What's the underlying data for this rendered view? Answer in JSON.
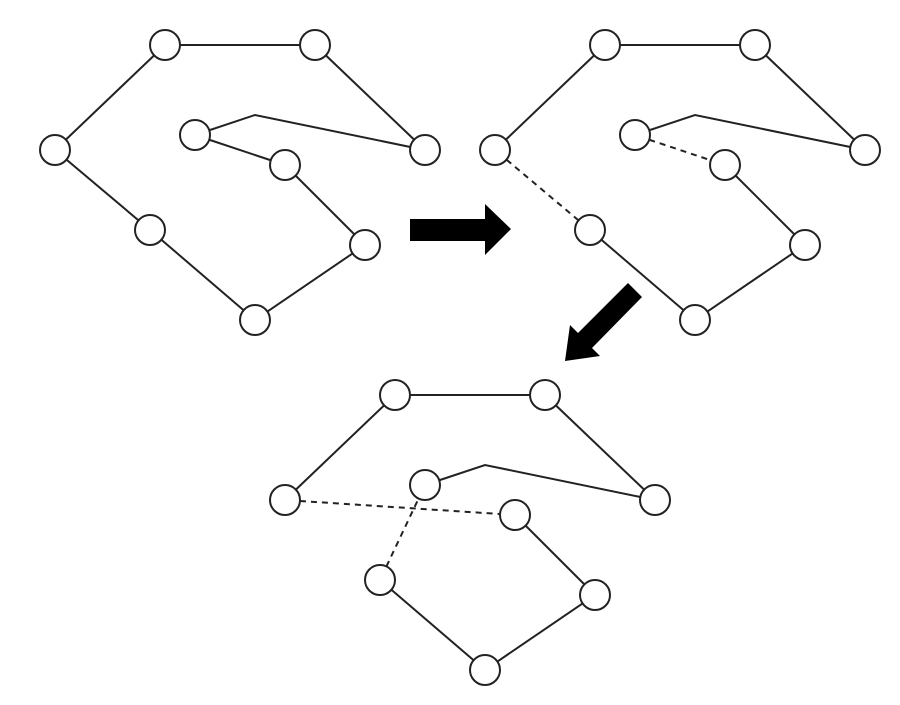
{
  "diagram": {
    "stages": [
      {
        "nodes": [
          {
            "id": "a"
          },
          {
            "id": "b"
          },
          {
            "id": "c"
          },
          {
            "id": "d"
          },
          {
            "id": "e"
          },
          {
            "id": "f"
          },
          {
            "id": "g"
          },
          {
            "id": "h"
          },
          {
            "id": "i"
          }
        ],
        "edges": [
          {
            "from": "a",
            "to": "b",
            "style": "solid"
          },
          {
            "from": "b",
            "to": "c",
            "style": "solid"
          },
          {
            "from": "c",
            "to": "e",
            "style": "solid",
            "via_bend": true
          },
          {
            "from": "e",
            "to": "f",
            "style": "solid"
          },
          {
            "from": "f",
            "to": "g",
            "style": "solid"
          },
          {
            "from": "g",
            "to": "h",
            "style": "solid"
          },
          {
            "from": "h",
            "to": "i",
            "style": "solid"
          },
          {
            "from": "i",
            "to": "d",
            "style": "solid"
          },
          {
            "from": "d",
            "to": "a",
            "style": "solid"
          }
        ]
      },
      {
        "nodes": [
          {
            "id": "a"
          },
          {
            "id": "b"
          },
          {
            "id": "c"
          },
          {
            "id": "d"
          },
          {
            "id": "e"
          },
          {
            "id": "f"
          },
          {
            "id": "g"
          },
          {
            "id": "h"
          },
          {
            "id": "i"
          }
        ],
        "edges": [
          {
            "from": "a",
            "to": "b",
            "style": "solid"
          },
          {
            "from": "b",
            "to": "c",
            "style": "solid"
          },
          {
            "from": "c",
            "to": "e",
            "style": "solid",
            "via_bend": true
          },
          {
            "from": "e",
            "to": "f",
            "style": "dashed"
          },
          {
            "from": "f",
            "to": "g",
            "style": "solid"
          },
          {
            "from": "g",
            "to": "h",
            "style": "solid"
          },
          {
            "from": "h",
            "to": "i",
            "style": "solid"
          },
          {
            "from": "i",
            "to": "d",
            "style": "dashed"
          },
          {
            "from": "d",
            "to": "a",
            "style": "solid"
          }
        ]
      },
      {
        "nodes": [
          {
            "id": "a"
          },
          {
            "id": "b"
          },
          {
            "id": "c"
          },
          {
            "id": "d"
          },
          {
            "id": "e"
          },
          {
            "id": "f"
          },
          {
            "id": "g"
          },
          {
            "id": "h"
          },
          {
            "id": "i"
          }
        ],
        "edges": [
          {
            "from": "a",
            "to": "b",
            "style": "solid"
          },
          {
            "from": "b",
            "to": "c",
            "style": "solid"
          },
          {
            "from": "c",
            "to": "e",
            "style": "solid",
            "via_bend": true
          },
          {
            "from": "d",
            "to": "f",
            "style": "dashed"
          },
          {
            "from": "f",
            "to": "g",
            "style": "solid"
          },
          {
            "from": "g",
            "to": "h",
            "style": "solid"
          },
          {
            "from": "h",
            "to": "i",
            "style": "solid"
          },
          {
            "from": "i",
            "to": "e",
            "style": "dashed"
          },
          {
            "from": "d",
            "to": "a",
            "style": "solid"
          }
        ]
      }
    ],
    "arrows": [
      {
        "direction": "right"
      },
      {
        "direction": "down-left"
      }
    ],
    "colors": {
      "stroke": "#222222",
      "node_fill": "#ffffff",
      "arrow_fill": "#000000",
      "background": "#ffffff"
    }
  }
}
